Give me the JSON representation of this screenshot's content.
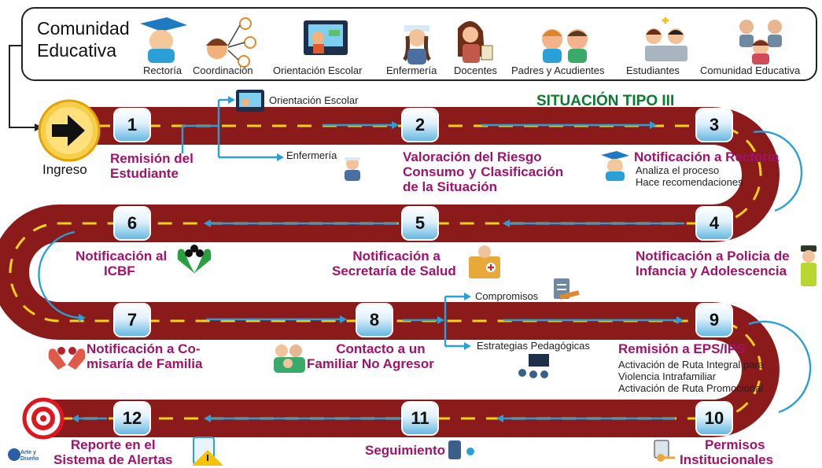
{
  "community": {
    "title_line1": "Comunidad",
    "title_line2": "Educativa",
    "roles": [
      {
        "label": "Rectoría",
        "icon": "rector-icon"
      },
      {
        "label": "Coordinación",
        "icon": "coordination-icon"
      },
      {
        "label": "Orientación Escolar",
        "icon": "school-counseling-icon"
      },
      {
        "label": "Enfermería",
        "icon": "nurse-icon"
      },
      {
        "label": "Docentes",
        "icon": "teacher-icon"
      },
      {
        "label": "Padres y Acudientes",
        "icon": "parents-icon"
      },
      {
        "label": "Estudiantes",
        "icon": "students-icon"
      },
      {
        "label": "Comunidad Educativa",
        "icon": "community-icon"
      }
    ]
  },
  "title": "SITUACIÓN TIPO III",
  "ingreso": "Ingreso",
  "branches": {
    "orientacion": "Orientación Escolar",
    "enfermeria": "Enfermería",
    "compromisos": "Compromisos",
    "estrategias": "Estrategias Pedagógicas"
  },
  "steps": [
    {
      "number": "1",
      "heading": [
        "Remisión del",
        "Estudiante"
      ],
      "details": []
    },
    {
      "number": "2",
      "heading": [
        "Valoración del Riesgo",
        "Consumo  y  Clasificación",
        "de la Situación"
      ],
      "details": []
    },
    {
      "number": "3",
      "heading": [
        "Notificación a Rectoría"
      ],
      "details": [
        "Analiza el proceso",
        "Hace recomendaciones"
      ]
    },
    {
      "number": "4",
      "heading": [
        "Notificación a Policia de",
        "Infancia y Adolescencia"
      ],
      "details": []
    },
    {
      "number": "5",
      "heading": [
        "Notificación a",
        "Secretaría de Salud"
      ],
      "details": []
    },
    {
      "number": "6",
      "heading": [
        "Notificación al",
        "ICBF"
      ],
      "details": []
    },
    {
      "number": "7",
      "heading": [
        "Notificación a  Co-",
        "misaría de Familia"
      ],
      "details": []
    },
    {
      "number": "8",
      "heading": [
        "Contacto a un",
        "Familiar No Agresor"
      ],
      "details": []
    },
    {
      "number": "9",
      "heading": [
        "Remisión a EPS/IPS"
      ],
      "details": [
        "Activación de Ruta Integral para",
        "Violencia Intrafamiliar",
        "Activación de Ruta Promocional"
      ]
    },
    {
      "number": "10",
      "heading": [
        "Permisos",
        "Institucionales"
      ],
      "details": []
    },
    {
      "number": "11",
      "heading": [
        "Seguimiento"
      ],
      "details": []
    },
    {
      "number": "12",
      "heading": [
        "Reporte en el",
        "Sistema de Alertas"
      ],
      "details": []
    }
  ],
  "logo": {
    "line1": "Arte y",
    "line2": "Diseño"
  },
  "colors": {
    "road": "#8b1a1a",
    "dash": "#f3d21a",
    "arrow": "#2a9fd8",
    "heading": "#a0136b",
    "title": "#0b7a2f"
  }
}
